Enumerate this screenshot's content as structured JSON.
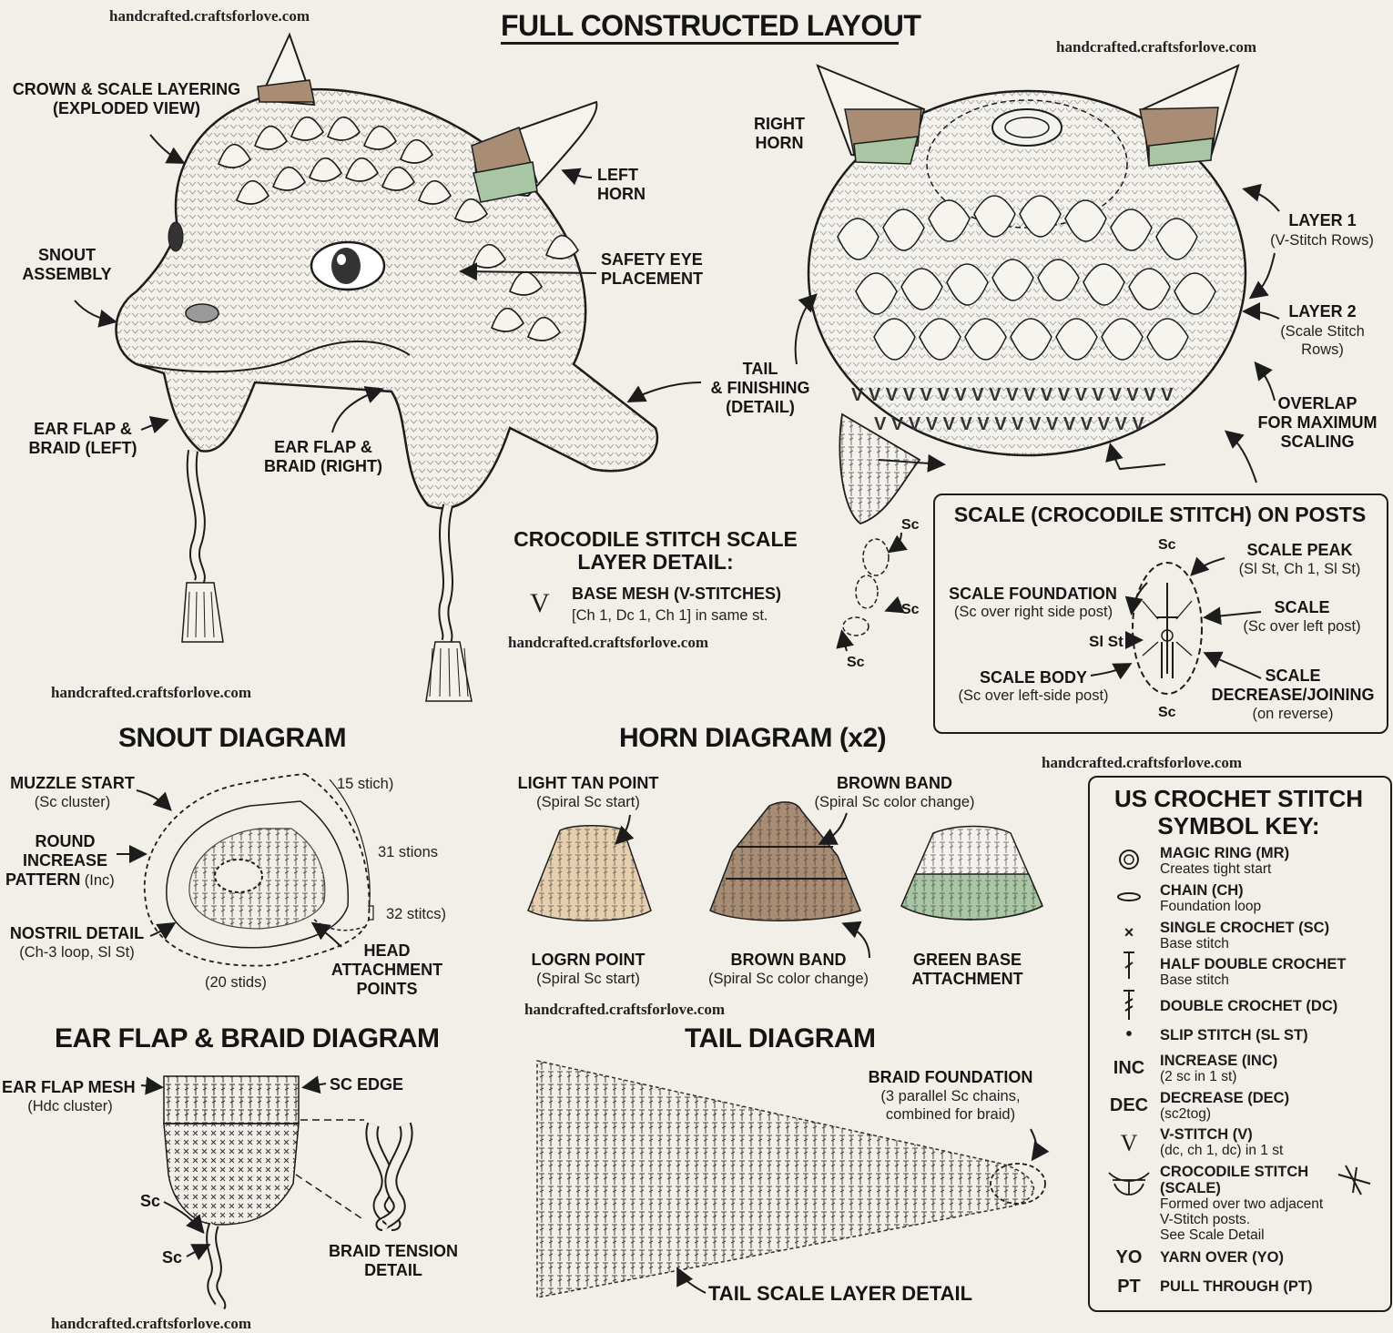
{
  "watermarks": {
    "top_left": "handcrafted.craftsforlove.com",
    "top_right": "handcrafted.craftsforlove.com",
    "mid_center": "handcrafted.craftsforlove.com",
    "mid_left": "handcrafted.craftsforlove.com",
    "mid_right": "handcrafted.craftsforlove.com",
    "horn_below": "handcrafted.craftsforlove.com",
    "bottom_left": "handcrafted.craftsforlove.com"
  },
  "main_title": "FULL CONSTRUCTED LAYOUT",
  "hat": {
    "crown_label": [
      "CROWN & SCALE LAYERING",
      "(EXPLODED VIEW)"
    ],
    "snout_label": [
      "SNOUT",
      "ASSEMBLY"
    ],
    "left_horn_label": [
      "LEFT",
      "HORN"
    ],
    "eye_label": [
      "SAFETY EYE",
      "PLACEMENT"
    ],
    "tail_label": [
      "TAIL",
      "& FINISHING",
      "(DETAIL)"
    ],
    "ear_left_label": [
      "EAR FLAP &",
      "BRAID (LEFT)"
    ],
    "ear_right_label": [
      "EAR FLAP &",
      "BRAID (RIGHT)"
    ]
  },
  "top_view": {
    "right_horn_label": [
      "RIGHT",
      "HORN"
    ],
    "layer1_title": "LAYER 1",
    "layer1_sub": "(V-Stitch Rows)",
    "layer2_title": "LAYER 2",
    "layer2_sub": [
      "(Scale Stitch",
      "Rows)"
    ],
    "overlap_label": [
      "OVERLAP",
      "FOR MAXIMUM",
      "SCALING"
    ],
    "sc_marks": [
      "Sc",
      "Sc",
      "Sc"
    ]
  },
  "croc_detail": {
    "title": [
      "CROCODILE STITCH SCALE",
      "LAYER DETAIL:"
    ],
    "symbol": "V",
    "base_title": "BASE MESH (V-STITCHES)",
    "base_sub": "[Ch 1, Dc 1, Ch 1] in same st."
  },
  "scale_box": {
    "title": "SCALE (CROCODILE STITCH) ON POSTS",
    "foundation_title": "SCALE FOUNDATION",
    "foundation_sub": "(Sc over right side post)",
    "peak_title": "SCALE PEAK",
    "peak_sub": "(Sl St, Ch 1, Sl St)",
    "scale_title": "SCALE",
    "scale_sub": "(Sc over left post)",
    "slst": "Sl St",
    "body_title": "SCALE BODY",
    "body_sub": "(Sc over left-side post)",
    "decrease_title": [
      "SCALE",
      "DECREASE/JOINING"
    ],
    "decrease_sub": "(on reverse)",
    "sc_top": "Sc",
    "sc_bottom": "Sc"
  },
  "snout": {
    "title": "SNOUT DIAGRAM",
    "muzzle_title": "MUZZLE START",
    "muzzle_sub": "(Sc cluster)",
    "round_title": [
      "ROUND",
      "INCREASE"
    ],
    "round_pattern": "PATTERN",
    "round_inc": "(Inc)",
    "nostril_title": "NOSTRIL DETAIL",
    "nostril_sub": "(Ch-3 loop, Sl St)",
    "count_15": "15 stich)",
    "count_31": "31 stions",
    "count_32": "32 stitcs)",
    "count_20": "(20 stids)",
    "head_attach": [
      "HEAD",
      "ATTACHMENT",
      "POINTS"
    ]
  },
  "horn": {
    "title": "HORN DIAGRAM (x2)",
    "light_tan_title": "LIGHT TAN POINT",
    "light_tan_sub": "(Spiral Sc start)",
    "brown_top_title": "BROWN BAND",
    "brown_top_sub": "(Spiral Sc color change)",
    "logrn_title": "LOGRN POINT",
    "logrn_sub": "(Spiral Sc start)",
    "brown_bottom_title": "BROWN BAND",
    "brown_bottom_sub": "(Spiral Sc color change)",
    "green_title": [
      "GREEN BASE",
      "ATTACHMENT"
    ]
  },
  "ear": {
    "title": "EAR FLAP & BRAID DIAGRAM",
    "mesh_title": "EAR FLAP MESH",
    "mesh_sub": "(Hdc cluster)",
    "sc_edge": "SC EDGE",
    "sc1": "Sc",
    "sc2": "Sc",
    "braid_tension": [
      "BRAID TENSION",
      "DETAIL"
    ]
  },
  "tail": {
    "title": "TAIL DIAGRAM",
    "braid_title": "BRAID FOUNDATION",
    "braid_sub": [
      "(3 parallel Sc chains,",
      "combined for braid)"
    ],
    "scale_layer": "TAIL SCALE LAYER DETAIL"
  },
  "key": {
    "title": [
      "US CROCHET STITCH",
      "SYMBOL KEY:"
    ],
    "items": [
      {
        "symbol": "",
        "icon": "magic-ring-icon",
        "name": "MAGIC RING (MR)",
        "desc": "Creates tight start"
      },
      {
        "symbol": "",
        "icon": "chain-icon",
        "name": "CHAIN (CH)",
        "desc": "Foundation loop"
      },
      {
        "symbol": "×",
        "icon": "single-crochet-icon",
        "name": "SINGLE CROCHET (SC)",
        "desc": "Base stitch"
      },
      {
        "symbol": "",
        "icon": "half-double-crochet-icon",
        "name": "HALF DOUBLE CROCHET",
        "desc": "Base stitch"
      },
      {
        "symbol": "",
        "icon": "double-crochet-icon",
        "name": "DOUBLE CROCHET (DC)",
        "desc": ""
      },
      {
        "symbol": "•",
        "icon": "slip-stitch-icon",
        "name": "SLIP STITCH (SL ST)",
        "desc": ""
      },
      {
        "symbol": "INC",
        "icon": "increase-icon",
        "name": "INCREASE (INC)",
        "desc": "(2 sc in 1 st)"
      },
      {
        "symbol": "DEC",
        "icon": "decrease-icon",
        "name": "DECREASE (DEC)",
        "desc": "(sc2tog)"
      },
      {
        "symbol": "V",
        "icon": "v-stitch-icon",
        "name": "V-STITCH (V)",
        "desc": "(dc, ch 1, dc) in 1 st"
      },
      {
        "symbol": "",
        "icon": "crocodile-stitch-icon",
        "name": "CROCODILE STITCH",
        "desc": ""
      },
      {
        "symbol": "YO",
        "icon": "yarn-over-icon",
        "name": "YARN OVER (YO)",
        "desc": ""
      },
      {
        "symbol": "PT",
        "icon": "pull-through-icon",
        "name": "PULL THROUGH (PT)",
        "desc": ""
      }
    ],
    "croc_extra": [
      "(SCALE)",
      "Formed over two adjacent",
      "V-Stitch posts.",
      "See Scale Detail"
    ]
  },
  "colors": {
    "paper": "#f1efe8",
    "ink": "#1c1c1c",
    "tan": "#e6cfae",
    "brown": "#a98c74",
    "green": "#a9c6a4"
  }
}
